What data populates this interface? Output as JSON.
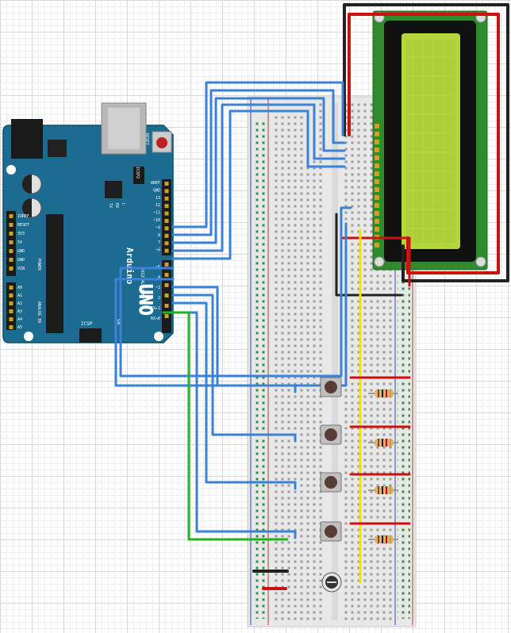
{
  "arduino": {
    "brand": "Arduino",
    "model": "UNO",
    "on_label": "ON",
    "icsp_label": "ICSP",
    "icsp2_label": "ICSP2",
    "reset_label": "RESET",
    "tx_label": "TX",
    "rx_label": "RX",
    "l_label": "L",
    "digital_label": "DIGITAL (PWM~)",
    "power_label": "POWER",
    "analog_label": "ANALOG IN",
    "digital_pins": [
      "AREF",
      "GND",
      "13",
      "12",
      "~11",
      "~10",
      "~9",
      "8",
      "7",
      "~6",
      "~5",
      "4",
      "~3",
      "2",
      "TX▸1",
      "RX◂0"
    ],
    "power_pins": [
      "IOREF",
      "RESET",
      "3V3",
      "5V",
      "GND",
      "GND",
      "VIN"
    ],
    "analog_pins": [
      "A0",
      "A1",
      "A2",
      "A3",
      "A4",
      "A5"
    ]
  },
  "colors": {
    "board": "#1c6c91",
    "lcd_pcb": "#2e8b2e",
    "lcd_screen": "#b5d53c",
    "wire_blue": "#3b82d6",
    "wire_red": "#cc1111",
    "wire_black": "#111111",
    "wire_yellow": "#f2e600",
    "wire_green": "#22b322"
  },
  "components": {
    "buttons": [
      "button-1",
      "button-2",
      "button-3",
      "button-4"
    ],
    "resistors": [
      "resistor-1",
      "resistor-2",
      "resistor-3",
      "resistor-4"
    ],
    "potentiometer": "potentiometer"
  }
}
